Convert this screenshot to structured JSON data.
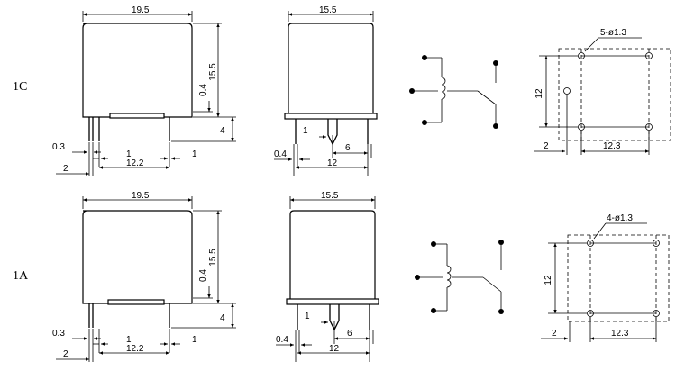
{
  "rows": [
    {
      "label": "1C",
      "front": {
        "width": "19.5",
        "height": "15.5",
        "gap": "0.4",
        "pin_len": "4",
        "pin_w": "0.3",
        "pitch_a": "1",
        "pitch_b": "1",
        "span": "12.2",
        "offset": "2"
      },
      "side": {
        "width": "15.5",
        "pitch": "1",
        "pin_w": "0.4",
        "spacing": "6",
        "span": "12"
      },
      "pcb": {
        "holes": "5-ø1.3",
        "height": "12",
        "offset": "2",
        "span": "12.3"
      },
      "contact": "changeover"
    },
    {
      "label": "1A",
      "front": {
        "width": "19.5",
        "height": "15.5",
        "gap": "0.4",
        "pin_len": "4",
        "pin_w": "0.3",
        "pitch_a": "1",
        "pitch_b": "1",
        "span": "12.2",
        "offset": "2"
      },
      "side": {
        "width": "15.5",
        "pitch": "1",
        "pin_w": "0.4",
        "spacing": "6",
        "span": "12"
      },
      "pcb": {
        "holes": "4-ø1.3",
        "height": "12",
        "offset": "2",
        "span": "12.3"
      },
      "contact": "normally-open"
    }
  ]
}
